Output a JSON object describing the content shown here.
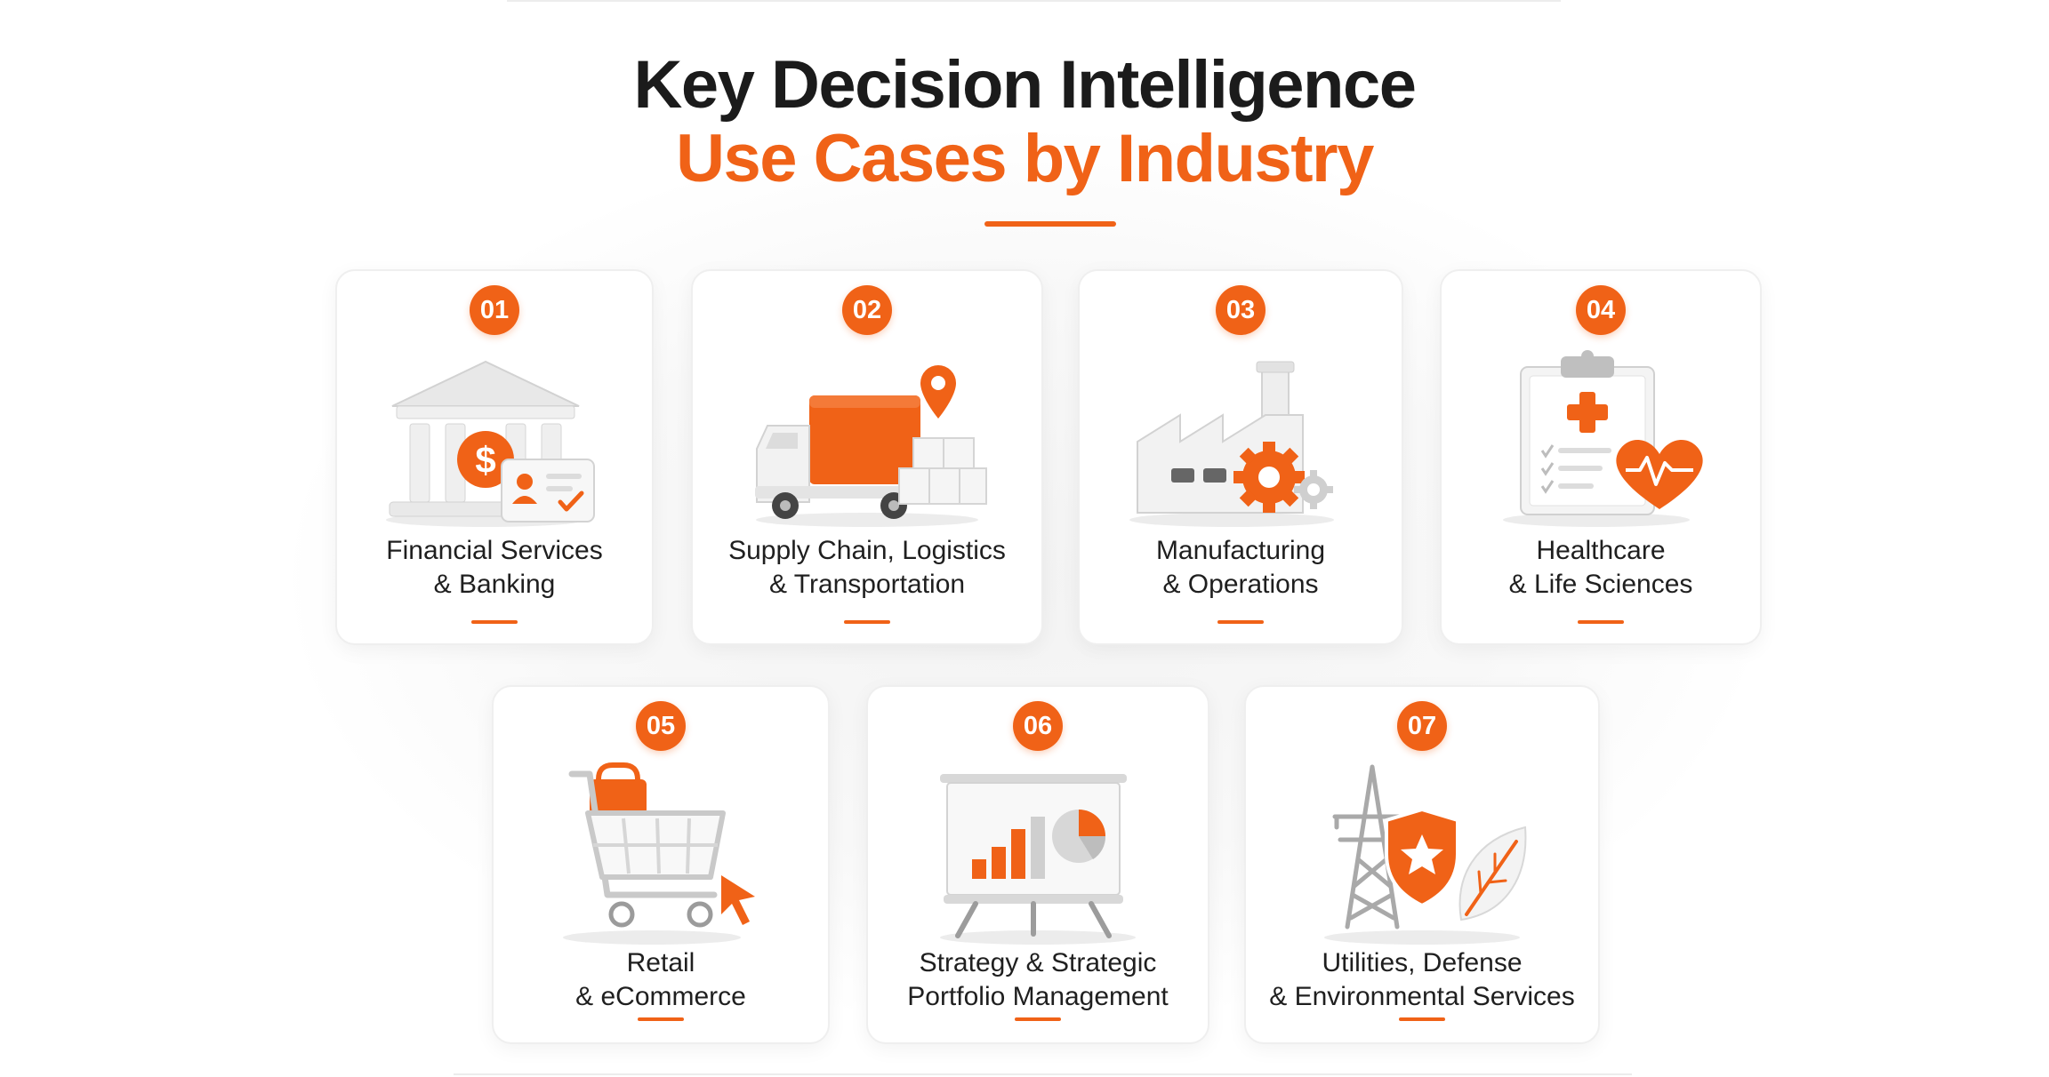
{
  "title": {
    "line1": "Key Decision Intelligence",
    "line2": "Use Cases by Industry"
  },
  "colors": {
    "accent": "#f06217",
    "heading": "#1b1b1b",
    "text": "#1f1f1f",
    "illustration_gray": "#e6e6e6"
  },
  "cards": [
    {
      "number": "01",
      "line1": "Financial Services",
      "line2": "& Banking",
      "icon": "bank-dollar-icon"
    },
    {
      "number": "02",
      "line1": "Supply Chain, Logistics",
      "line2": "& Transportation",
      "icon": "delivery-truck-icon"
    },
    {
      "number": "03",
      "line1": "Manufacturing",
      "line2": "& Operations",
      "icon": "factory-gear-icon"
    },
    {
      "number": "04",
      "line1": "Healthcare",
      "line2": "& Life Sciences",
      "icon": "medical-clipboard-heart-icon"
    },
    {
      "number": "05",
      "line1": "Retail",
      "line2": "& eCommerce",
      "icon": "shopping-cart-icon"
    },
    {
      "number": "06",
      "line1": "Strategy & Strategic",
      "line2": "Portfolio Management",
      "icon": "presentation-board-chart-icon"
    },
    {
      "number": "07",
      "line1": "Utilities, Defense",
      "line2": "& Environmental Services",
      "icon": "power-tower-shield-leaf-icon"
    }
  ]
}
